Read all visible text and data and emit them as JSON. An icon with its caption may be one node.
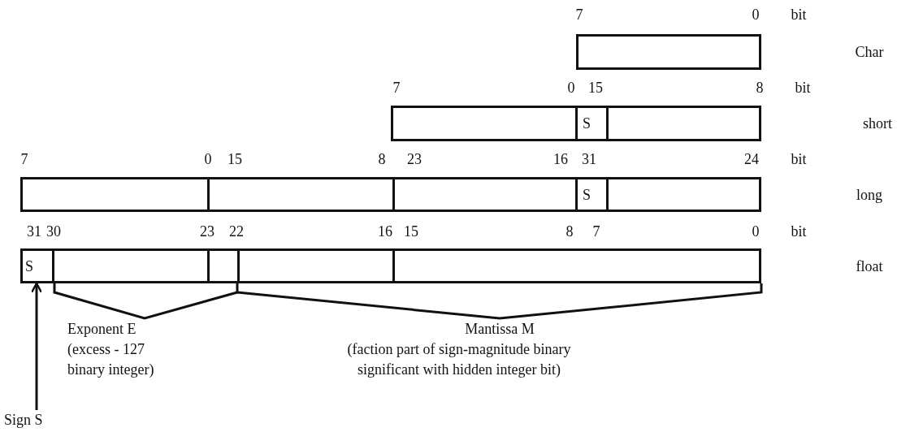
{
  "diagram": {
    "nodes": [
      {
        "text": [],
        "shape": "box"
      },
      {
        "text": [],
        "shape": "box"
      },
      {
        "text": [
          "S"
        ],
        "in": 1
      },
      {
        "text": [],
        "shape": "box"
      },
      {
        "text": [
          "S"
        ],
        "in": 3
      },
      {
        "text": [],
        "shape": "box"
      },
      {
        "text": [
          "S"
        ],
        "in": 5
      },
      {
        "text": [
          "Sign S"
        ]
      }
    ],
    "edges": [
      {
        "from": 7,
        "to": 6,
        "arrow": "to"
      }
    ],
    "labels": [
      "7",
      "0",
      "bit",
      "Char",
      "7",
      "0",
      "15",
      "8",
      "bit",
      "short",
      "7",
      "0",
      "15",
      "8",
      "23",
      "16",
      "31",
      "24",
      "bit",
      "long",
      "31",
      "30",
      "23",
      "22",
      "16",
      "15",
      "8",
      "7",
      "0",
      "bit",
      "float",
      "Exponent E",
      "(excess - 127 binary integer)",
      "Mantissa M",
      "(faction part of sign-magnitude binary significant with hidden integer bit)"
    ]
  }
}
